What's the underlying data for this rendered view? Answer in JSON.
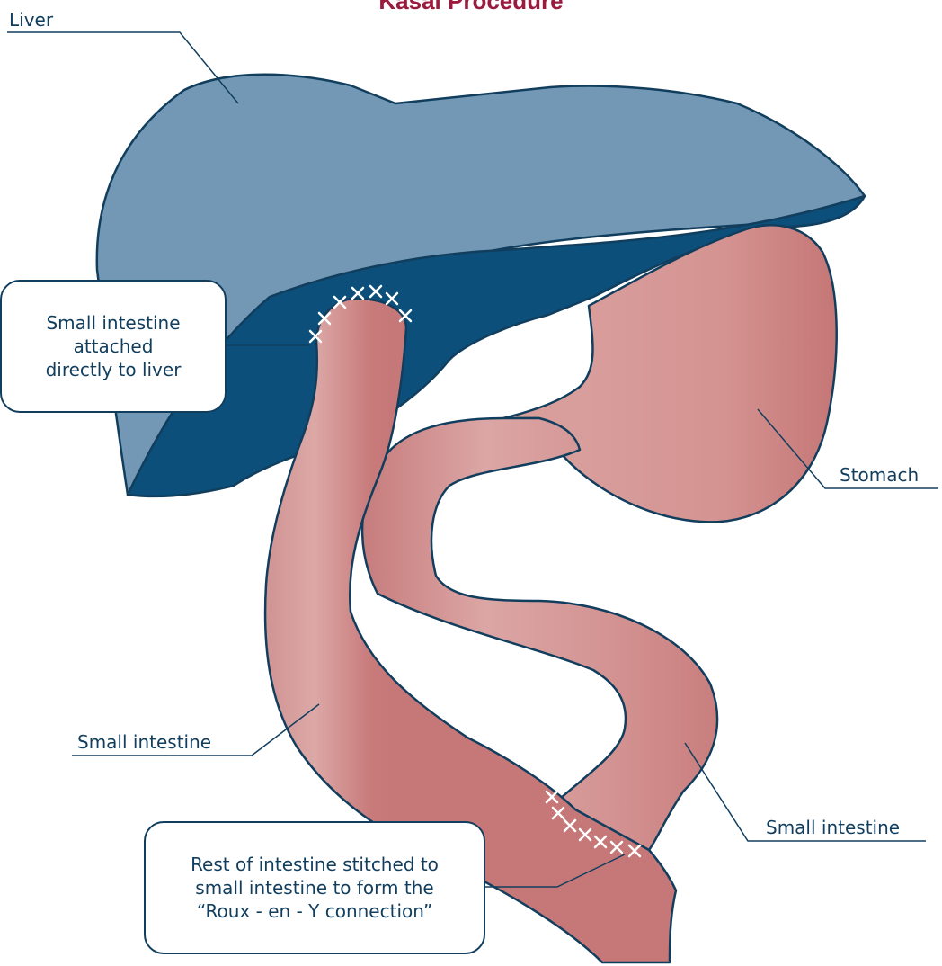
{
  "title": "Kasai Procedure",
  "labels": {
    "liver": "Liver",
    "stomach": "Stomach",
    "small_intestine_left": "Small intestine",
    "small_intestine_right": "Small intestine"
  },
  "callouts": {
    "attached": [
      "Small intestine",
      "attached",
      "directly to liver"
    ],
    "roux": [
      "Rest of intestine stitched to",
      "small intestine to form the",
      "“Roux - en - Y connection”"
    ]
  },
  "colors": {
    "title": "#9b1b3f",
    "outline": "#123e5e",
    "liver_light": "#7398b6",
    "liver_dark": "#0b4f7a",
    "intestine": "#c8797a",
    "intestine_highlight": "#dba4a3",
    "stitches": "#ffffff"
  }
}
